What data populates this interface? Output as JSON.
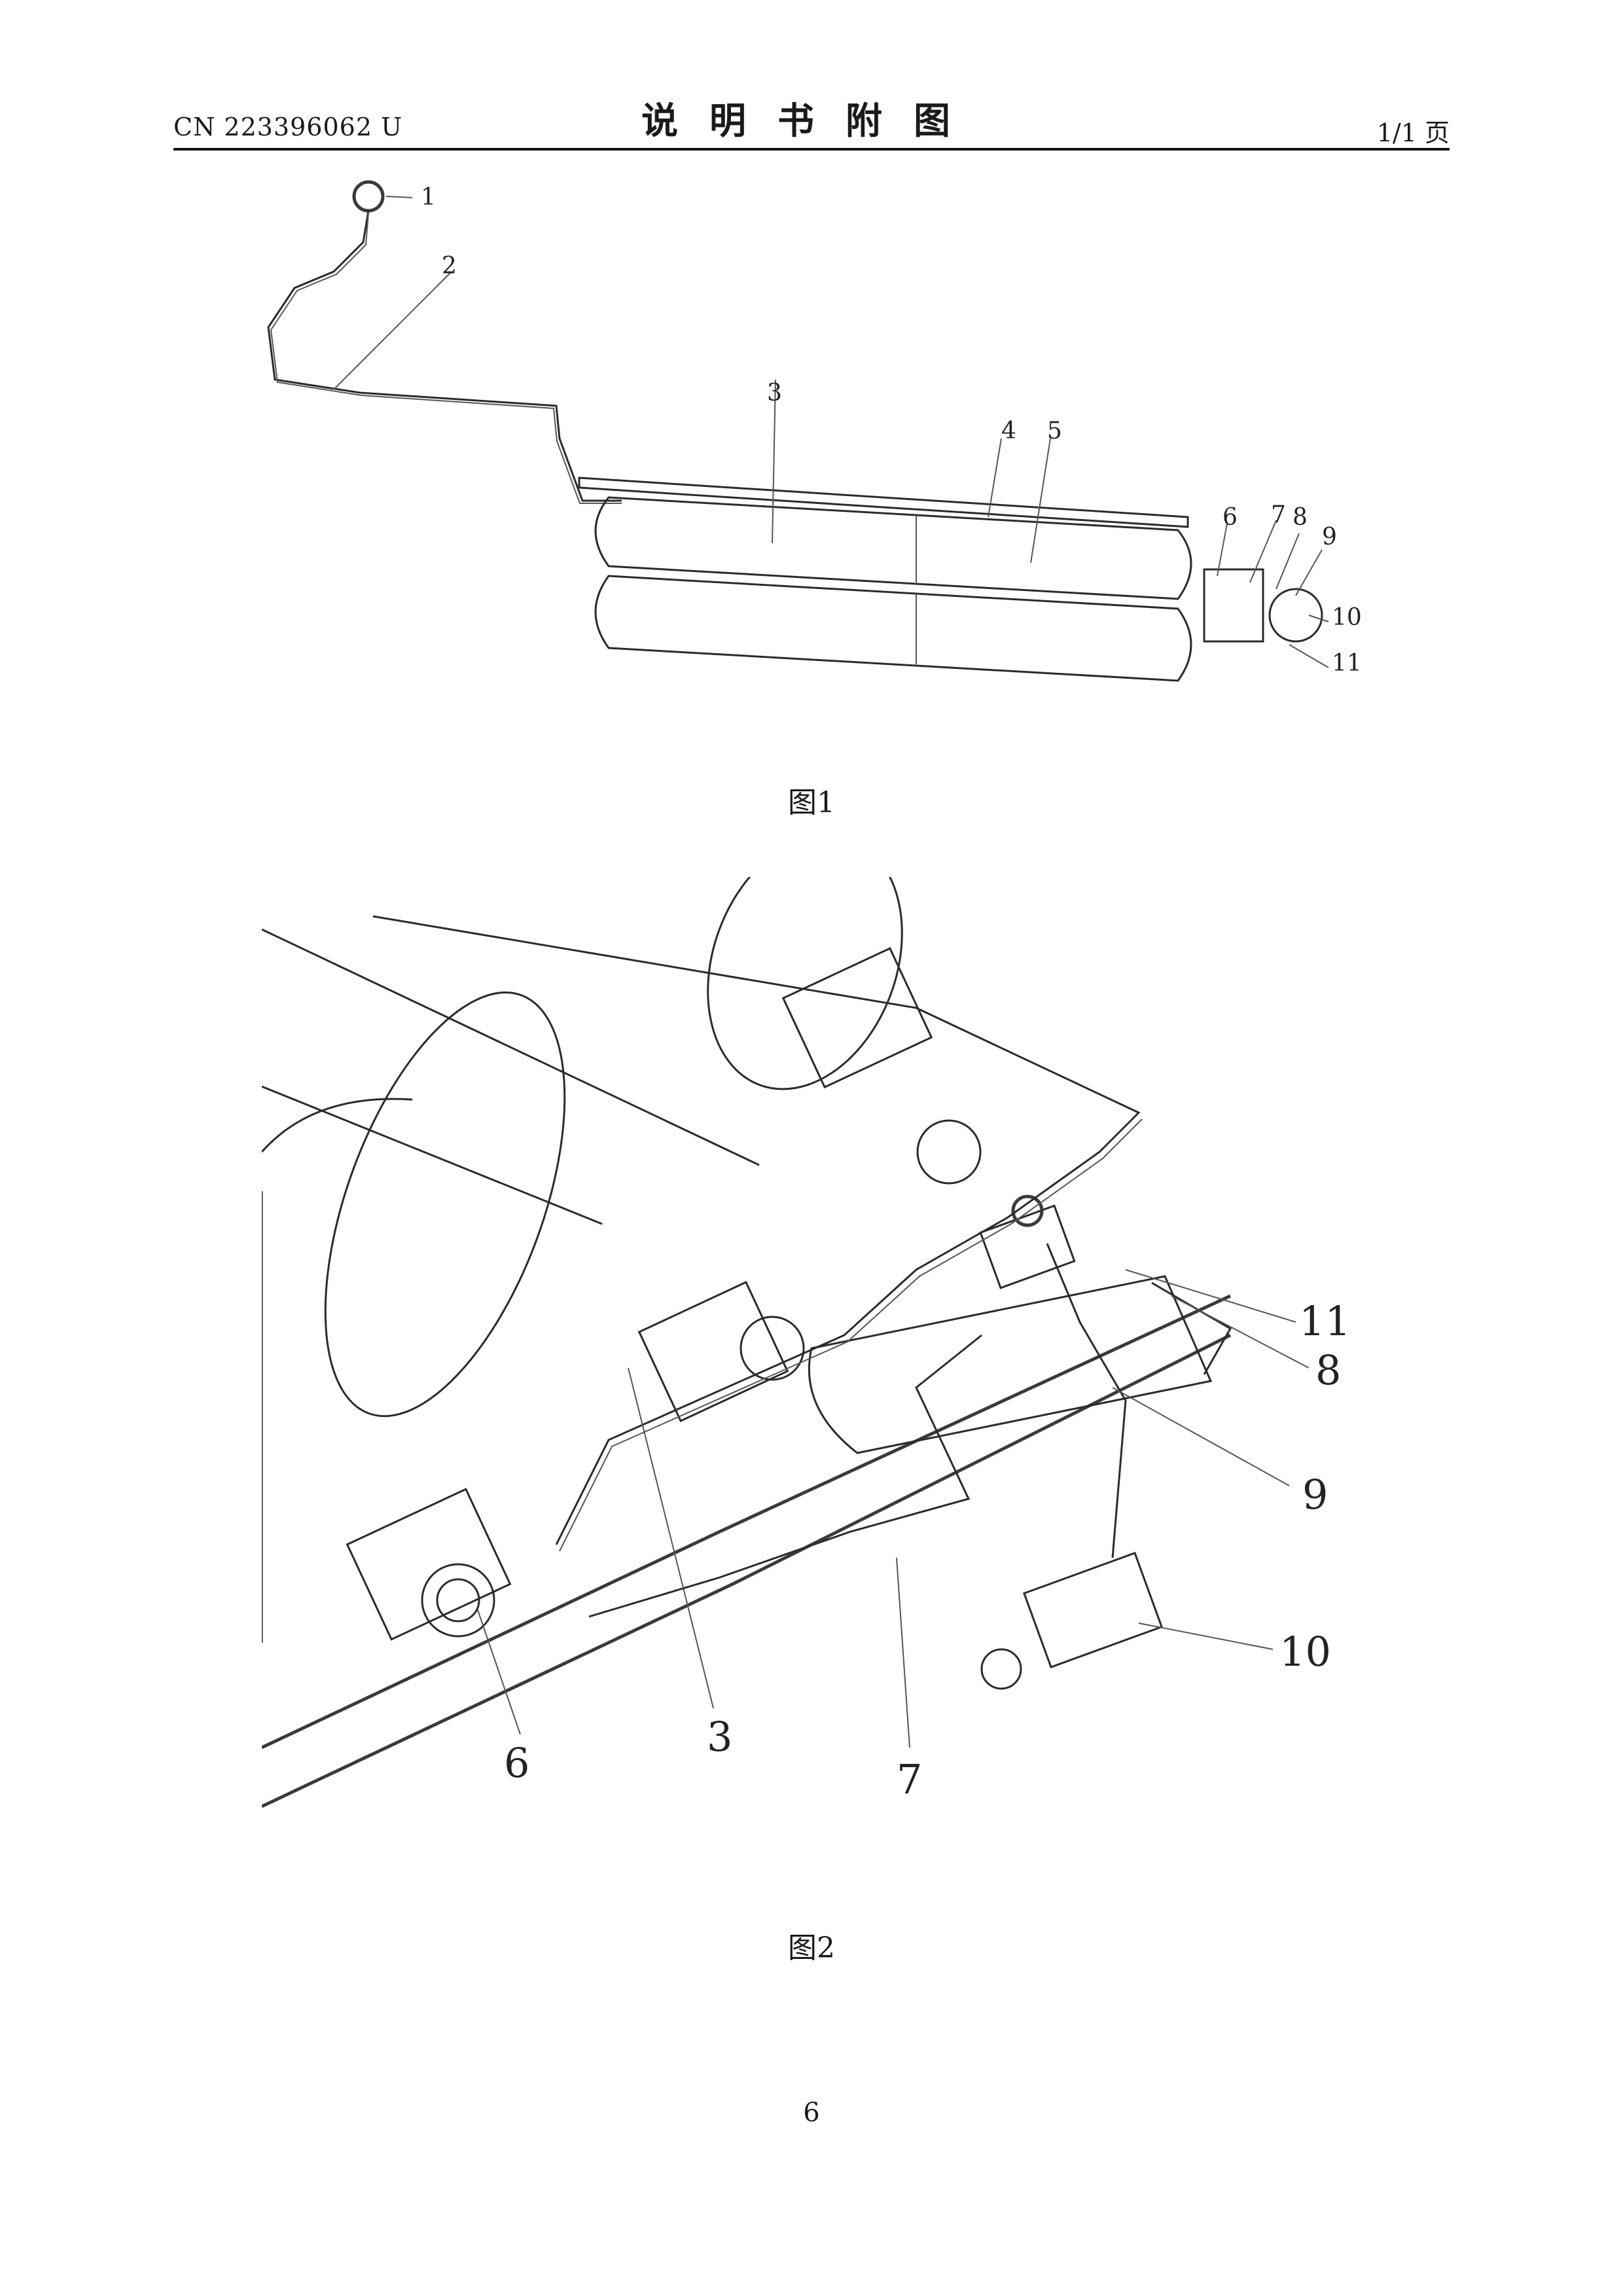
{
  "header": {
    "pub_number": "CN 223396062 U",
    "title": "说明书附图",
    "page_count": "1/1 页"
  },
  "figure1": {
    "caption": "图1",
    "labels": [
      "1",
      "2",
      "3",
      "4",
      "5",
      "6",
      "7",
      "8",
      "9",
      "10",
      "11"
    ]
  },
  "figure2": {
    "caption": "图2",
    "labels": [
      "11",
      "8",
      "9",
      "10",
      "3",
      "6",
      "7"
    ]
  },
  "footer": {
    "page_number": "6"
  }
}
